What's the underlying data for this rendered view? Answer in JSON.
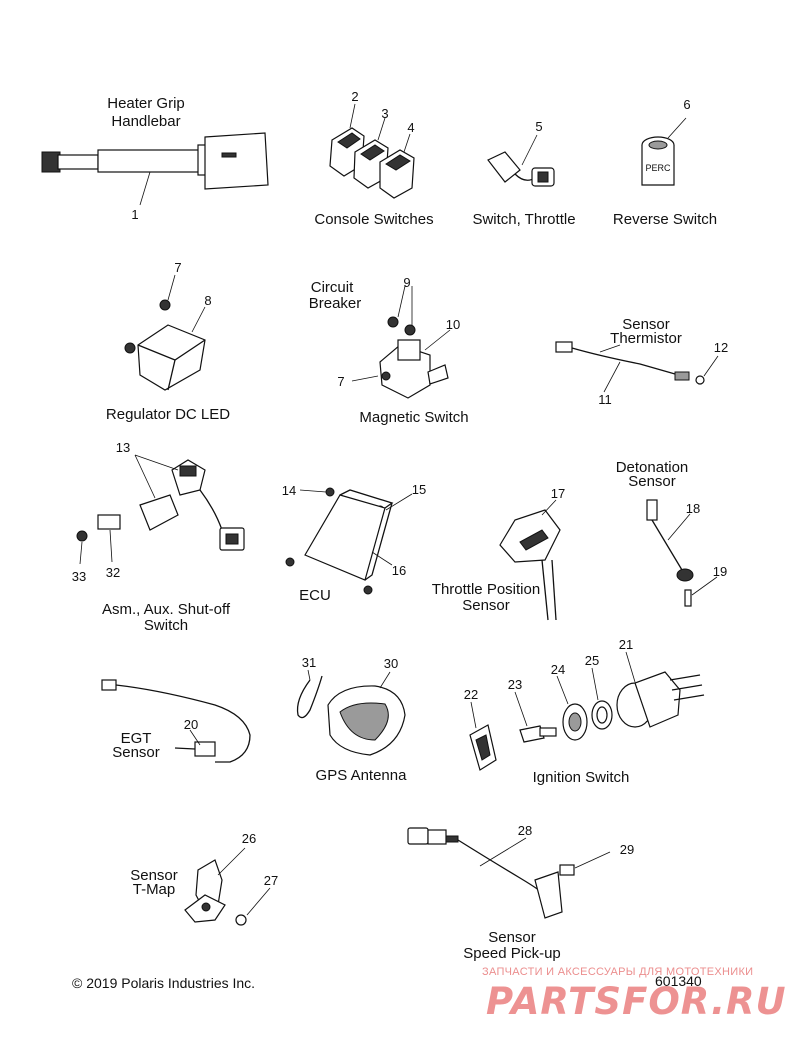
{
  "groups": {
    "heater_grip": {
      "title_line1": "Heater Grip",
      "title_line2": "Handlebar",
      "parts": [
        "1"
      ]
    },
    "console_switches": {
      "title": "Console Switches",
      "parts": [
        "2",
        "3",
        "4"
      ]
    },
    "throttle_switch": {
      "title": "Switch, Throttle",
      "parts": [
        "5"
      ]
    },
    "reverse_switch": {
      "title": "Reverse Switch",
      "parts": [
        "6"
      ],
      "part_text": "PERC"
    },
    "regulator": {
      "title": "Regulator DC LED",
      "parts": [
        "7",
        "8"
      ]
    },
    "magnetic_switch": {
      "title": "Magnetic Switch",
      "sub_line1": "Circuit",
      "sub_line2": "Breaker",
      "parts": [
        "9",
        "10",
        "7"
      ]
    },
    "thermistor": {
      "title_line1": "Sensor",
      "title_line2": "Thermistor",
      "parts": [
        "11",
        "12"
      ]
    },
    "aux_shutoff": {
      "title_line1": "Asm., Aux. Shut-off",
      "title_line2": "Switch",
      "parts": [
        "13",
        "32",
        "33"
      ]
    },
    "ecu": {
      "title": "ECU",
      "parts": [
        "14",
        "15",
        "16"
      ]
    },
    "tps": {
      "title_line1": "Throttle Position",
      "title_line2": "Sensor",
      "parts": [
        "17"
      ]
    },
    "detonation": {
      "title_line1": "Detonation",
      "title_line2": "Sensor",
      "parts": [
        "18",
        "19"
      ]
    },
    "egt": {
      "title_line1": "EGT",
      "title_line2": "Sensor",
      "parts": [
        "20"
      ]
    },
    "gps": {
      "title": "GPS Antenna",
      "parts": [
        "31",
        "30"
      ]
    },
    "ignition": {
      "title": "Ignition Switch",
      "parts": [
        "22",
        "23",
        "24",
        "25",
        "21"
      ]
    },
    "tmap": {
      "title_line1": "Sensor",
      "title_line2": "T-Map",
      "parts": [
        "26",
        "27"
      ]
    },
    "speed_pickup": {
      "title_line1": "Sensor",
      "title_line2": "Speed Pick-up",
      "parts": [
        "28",
        "29"
      ]
    }
  },
  "footer": {
    "copyright": "© 2019 Polaris Industries Inc.",
    "diagram_id": "601340"
  },
  "watermark": {
    "tagline": "ЗАПЧАСТИ И АКСЕССУАРЫ ДЛЯ МОТОТЕХНИКИ",
    "brand": "PARTSFOR.RU",
    "color": "#e24a4a"
  }
}
